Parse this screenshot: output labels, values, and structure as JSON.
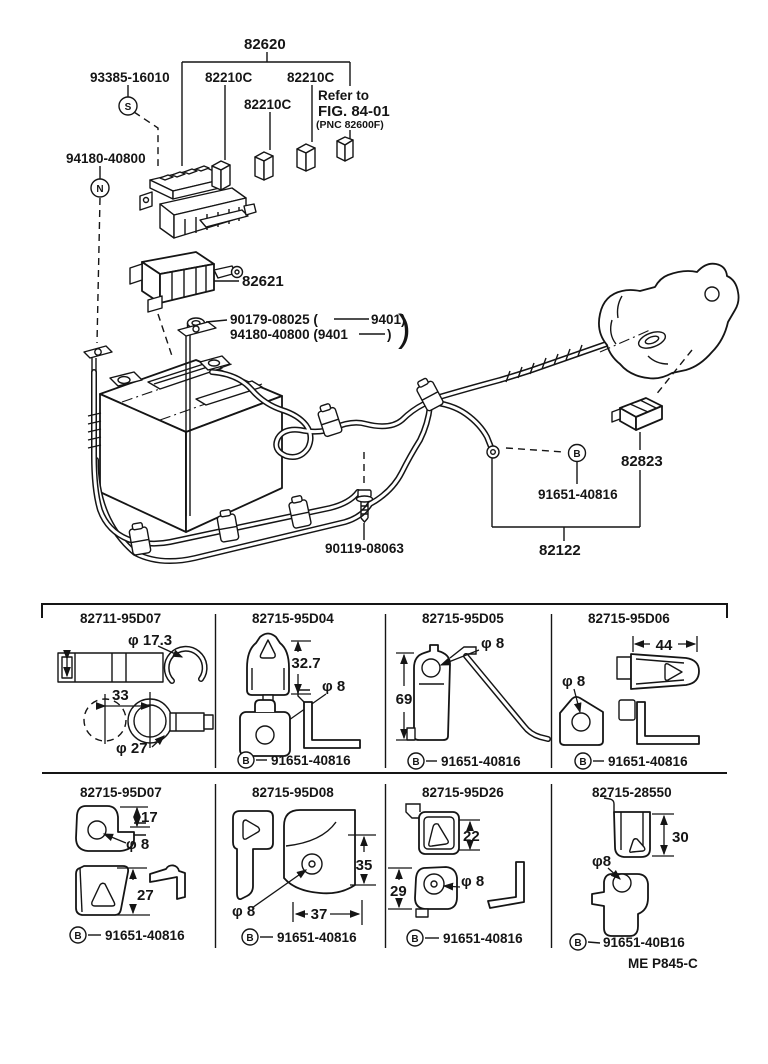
{
  "page": {
    "plate_code": "ME  P845-C"
  },
  "callouts": {
    "c82620": "82620",
    "c93385": "93385-16010",
    "fuse_a": "82210C",
    "fuse_b": "82210C",
    "fuse_c": "82210C",
    "refer1": "Refer to",
    "refer2": "FIG. 84-01",
    "refer3": "(PNC 82600F)",
    "c94180": "94180-40800",
    "c82621": "82621",
    "range1a": "90179-08025 (",
    "range1b": "9401)",
    "range2a": "94180-40800 (9401",
    "range2b": ")",
    "brace": ")",
    "c82823": "82823",
    "c91651": "91651-40816",
    "c90119": "90119-08063",
    "c82122": "82122",
    "sym_s": "S",
    "sym_n": "N",
    "sym_b": "B"
  },
  "grid": {
    "cells": [
      {
        "part": "82711-95D07",
        "dim1": "φ 17.3",
        "dim2": "33",
        "dim3": "φ 27",
        "bolt": ""
      },
      {
        "part": "82715-95D04",
        "dim1": "32.7",
        "dim2": "φ 8",
        "dim3": "",
        "bolt": "91651-40816"
      },
      {
        "part": "82715-95D05",
        "dim1": "φ 8",
        "dim2": "69",
        "dim3": "",
        "bolt": "91651-40816"
      },
      {
        "part": "82715-95D06",
        "dim1": "44",
        "dim2": "φ 8",
        "dim3": "",
        "bolt": "91651-40816"
      },
      {
        "part": "82715-95D07",
        "dim1": "17",
        "dim2": "φ 8",
        "dim3": "27",
        "bolt": "91651-40816"
      },
      {
        "part": "82715-95D08",
        "dim1": "35",
        "dim2": "φ 8",
        "dim3": "37",
        "bolt": "91651-40816"
      },
      {
        "part": "82715-95D26",
        "dim1": "22",
        "dim2": "29",
        "dim3": "φ 8",
        "bolt": "91651-40816"
      },
      {
        "part": "82715-28550",
        "dim1": "30",
        "dim2": "φ8",
        "dim3": "",
        "bolt": "91651-40B16"
      }
    ]
  }
}
